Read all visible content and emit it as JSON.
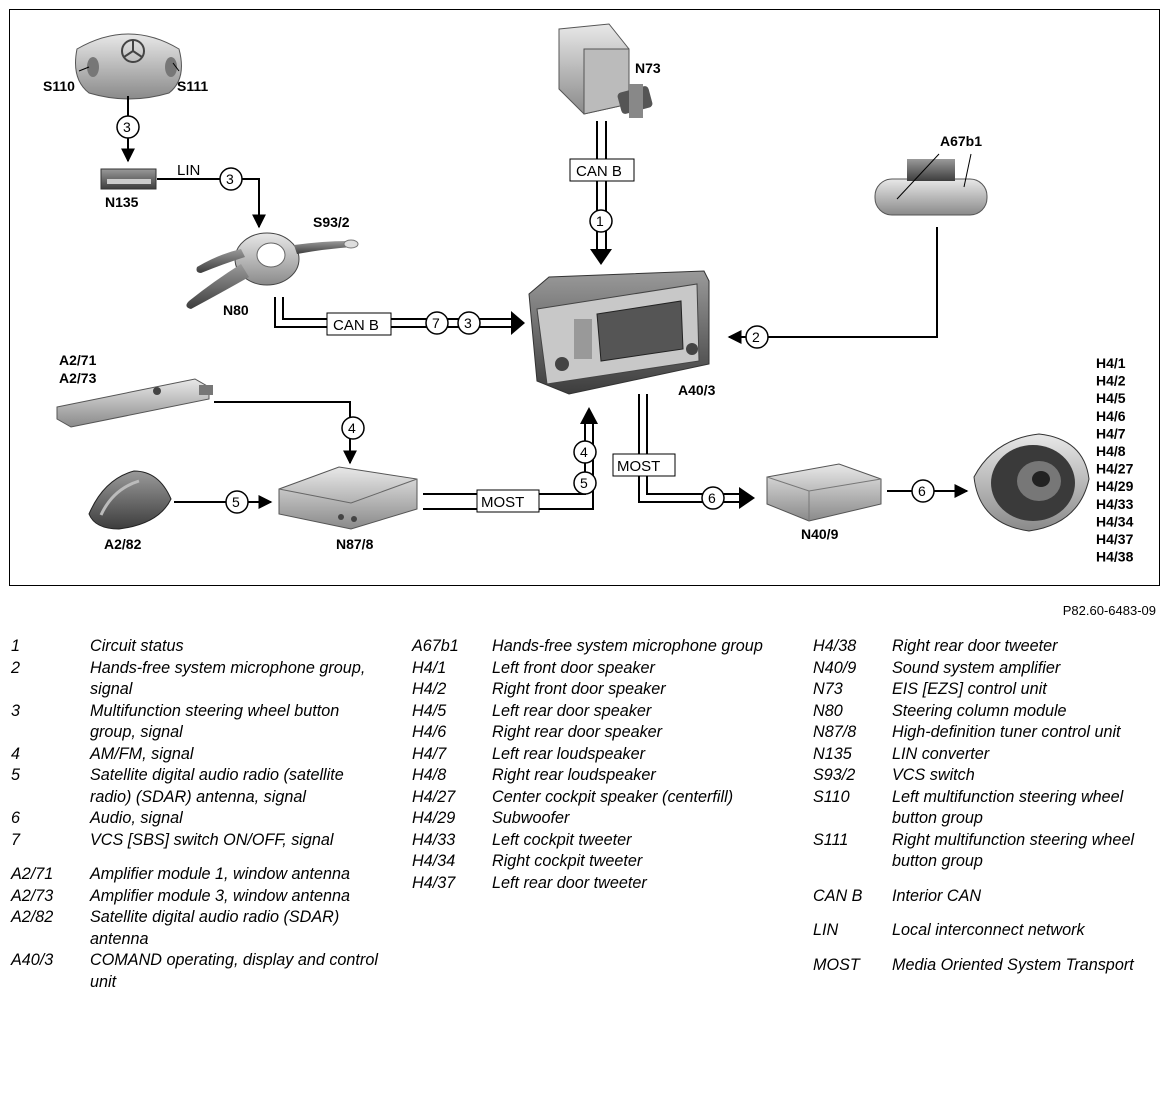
{
  "diagram": {
    "components": {
      "S110": "S110",
      "S111": "S111",
      "N135": "N135",
      "S93_2": "S93/2",
      "N80": "N80",
      "N73": "N73",
      "A67b1": "A67b1",
      "A40_3": "A40/3",
      "A2_71": "A2/71",
      "A2_73": "A2/73",
      "A2_82": "A2/82",
      "N87_8": "N87/8",
      "N40_9": "N40/9",
      "H4_list": [
        "H4/1",
        "H4/2",
        "H4/5",
        "H4/6",
        "H4/7",
        "H4/8",
        "H4/27",
        "H4/29",
        "H4/33",
        "H4/34",
        "H4/37",
        "H4/38"
      ]
    },
    "bus_labels": {
      "lin": "LIN",
      "can_b": "CAN B",
      "most": "MOST"
    },
    "circle_numbers": {
      "c1": "1",
      "c2": "2",
      "c3": "3",
      "c4": "4",
      "c5": "5",
      "c6": "6",
      "c7": "7"
    }
  },
  "figure_code": "P82.60-6483-09",
  "legend": {
    "col1": [
      {
        "code": "1",
        "desc": "Circuit status"
      },
      {
        "code": "2",
        "desc": "Hands-free system microphone group, signal"
      },
      {
        "code": "3",
        "desc": "Multifunction steering wheel button group, signal"
      },
      {
        "code": "4",
        "desc": "AM/FM, signal"
      },
      {
        "code": "5",
        "desc": "Satellite digital audio radio (satellite radio) (SDAR) antenna, signal"
      },
      {
        "code": "6",
        "desc": "Audio, signal"
      },
      {
        "code": "7",
        "desc": "VCS [SBS] switch ON/OFF, signal"
      },
      {
        "code": "A2/71",
        "desc": "Amplifier module 1, window antenna"
      },
      {
        "code": "A2/73",
        "desc": "Amplifier module 3, window antenna"
      },
      {
        "code": "A2/82",
        "desc": "Satellite digital audio radio (SDAR) antenna"
      },
      {
        "code": "A40/3",
        "desc": "COMAND operating, display and control unit"
      }
    ],
    "col2": [
      {
        "code": "A67b1",
        "desc": "Hands-free system microphone group"
      },
      {
        "code": "H4/1",
        "desc": "Left front door speaker"
      },
      {
        "code": "H4/2",
        "desc": "Right front door speaker"
      },
      {
        "code": "H4/5",
        "desc": "Left rear door speaker"
      },
      {
        "code": "H4/6",
        "desc": "Right rear door speaker"
      },
      {
        "code": "H4/7",
        "desc": "Left rear loudspeaker"
      },
      {
        "code": "H4/8",
        "desc": "Right rear loudspeaker"
      },
      {
        "code": "H4/27",
        "desc": "Center cockpit speaker (centerfill)"
      },
      {
        "code": "H4/29",
        "desc": "Subwoofer"
      },
      {
        "code": "H4/33",
        "desc": "Left cockpit tweeter"
      },
      {
        "code": "H4/34",
        "desc": "Right cockpit tweeter"
      },
      {
        "code": "H4/37",
        "desc": "Left rear door tweeter"
      }
    ],
    "col3": [
      {
        "code": "H4/38",
        "desc": "Right rear door tweeter"
      },
      {
        "code": "N40/9",
        "desc": "Sound system amplifier"
      },
      {
        "code": "N73",
        "desc": "EIS [EZS] control unit"
      },
      {
        "code": "N80",
        "desc": "Steering column module"
      },
      {
        "code": "N87/8",
        "desc": "High-definition tuner control unit"
      },
      {
        "code": "N135",
        "desc": "LIN converter"
      },
      {
        "code": "S93/2",
        "desc": "VCS switch"
      },
      {
        "code": "S110",
        "desc": "Left multifunction steering wheel button group"
      },
      {
        "code": "S111",
        "desc": "Right multifunction steering wheel button group"
      },
      {
        "code": "CAN B",
        "desc": "Interior CAN"
      },
      {
        "code": "LIN",
        "desc": "Local interconnect network"
      },
      {
        "code": "MOST",
        "desc": "Media Oriented System Transport"
      }
    ]
  }
}
